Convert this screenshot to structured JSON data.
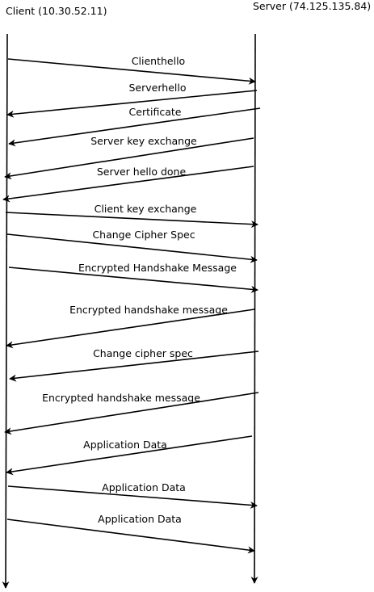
{
  "diagram": {
    "participants": {
      "client": "Client (10.30.52.11)",
      "server": "Server (74.125.135.84)"
    },
    "messages": [
      {
        "label": "Clienthello",
        "from": "client",
        "to": "server"
      },
      {
        "label": "Serverhello",
        "from": "server",
        "to": "client"
      },
      {
        "label": "Certificate",
        "from": "server",
        "to": "client"
      },
      {
        "label": "Server key exchange",
        "from": "server",
        "to": "client"
      },
      {
        "label": "Server hello done",
        "from": "server",
        "to": "client"
      },
      {
        "label": "Client key exchange",
        "from": "client",
        "to": "server"
      },
      {
        "label": "Change Cipher Spec",
        "from": "client",
        "to": "server"
      },
      {
        "label": "Encrypted Handshake Message",
        "from": "client",
        "to": "server"
      },
      {
        "label": "Encrypted handshake message",
        "from": "server",
        "to": "client"
      },
      {
        "label": "Change cipher spec",
        "from": "server",
        "to": "client"
      },
      {
        "label": "Encrypted handshake message",
        "from": "server",
        "to": "client"
      },
      {
        "label": "Application Data",
        "from": "server",
        "to": "client"
      },
      {
        "label": "Application Data",
        "from": "client",
        "to": "server"
      },
      {
        "label": "Application Data",
        "from": "client",
        "to": "server"
      }
    ]
  }
}
